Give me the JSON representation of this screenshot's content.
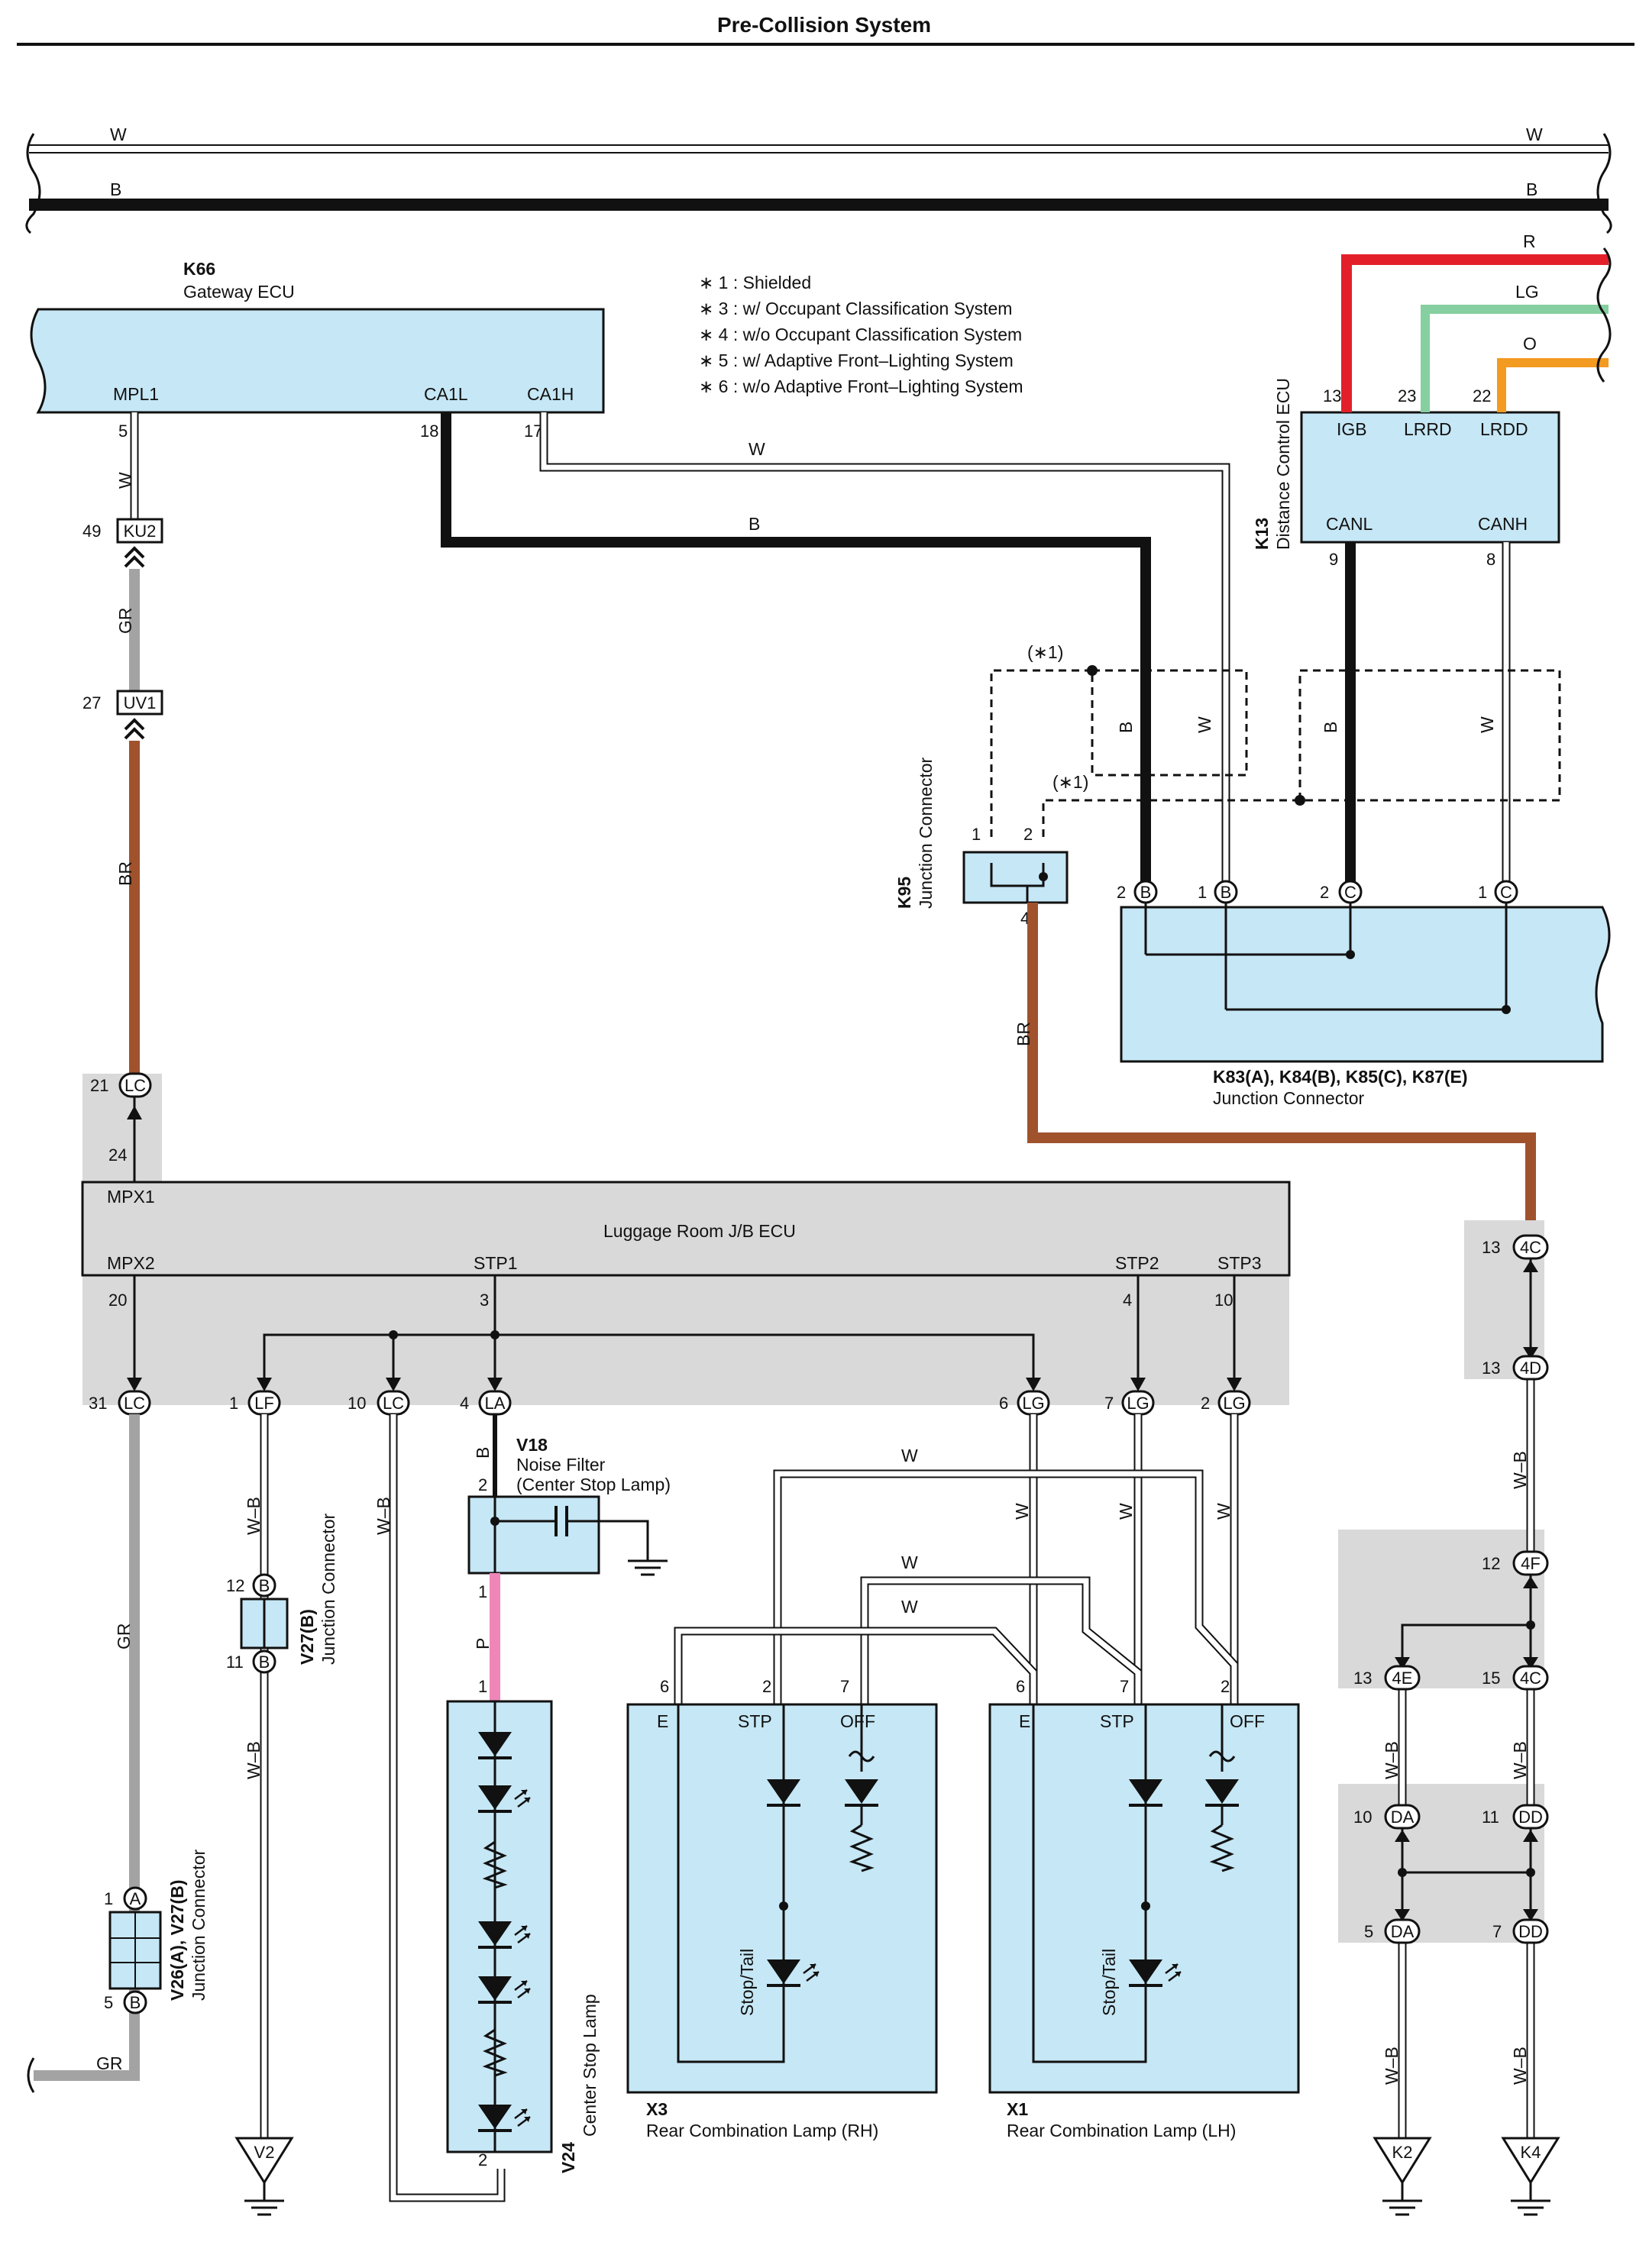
{
  "title": "Pre-Collision System",
  "notes": [
    "∗ 1 : Shielded",
    "∗ 3 : w/ Occupant Classification System",
    "∗ 4 : w/o Occupant Classification System",
    "∗ 5 : w/ Adaptive Front–Lighting System",
    "∗ 6 : w/o Adaptive Front–Lighting System"
  ],
  "shield_mark": "(∗1)",
  "colors": {
    "ecu_fill": "#c6e7f5",
    "shade": "#d9d9d9",
    "W": "#ffffff",
    "B": "#111111",
    "R": "#e3202a",
    "LG": "#86cfa0",
    "O": "#f39a21",
    "GR": "#a3a3a3",
    "BR": "#a0522d",
    "P": "#ef86b8"
  },
  "bus_wires": {
    "w": "W",
    "b": "B"
  },
  "k66": {
    "code": "K66",
    "name": "Gateway ECU",
    "mpl1": "MPL1",
    "ca1l": "CA1L",
    "ca1h": "CA1H",
    "p5": "5",
    "p18": "18",
    "p17": "17"
  },
  "k13": {
    "code": "K13",
    "name": "Distance Control ECU",
    "igb": "IGB",
    "lrrd": "LRRD",
    "lrdd": "LRDD",
    "canl": "CANL",
    "canh": "CANH",
    "p13": "13",
    "p23": "23",
    "p22": "22",
    "p9": "9",
    "p8": "8",
    "w_r": "R",
    "w_lg": "LG",
    "w_o": "O"
  },
  "k95": {
    "code": "K95",
    "name": "Junction Connector",
    "p1": "1",
    "p2": "2",
    "p4": "4"
  },
  "k83": {
    "name1": "K83(A), K84(B), K85(C), K87(E)",
    "name2": "Junction Connector",
    "t1": "B",
    "t2": "B",
    "t3": "C",
    "t4": "C",
    "p1": "2",
    "p2": "1",
    "p3": "2",
    "p4": "1"
  },
  "ku2": {
    "tag": "KU2",
    "pin": "49"
  },
  "uv1": {
    "tag": "UV1",
    "pin": "27"
  },
  "lc21": {
    "tag": "LC",
    "pin": "21"
  },
  "jb": {
    "name": "Luggage Room J/B ECU",
    "mpx1": "MPX1",
    "mpx2": "MPX2",
    "stp1": "STP1",
    "stp2": "STP2",
    "stp3": "STP3",
    "p24": "24",
    "p20": "20",
    "p3": "3",
    "p4": "4",
    "p10": "10"
  },
  "jb_conns": [
    {
      "pin": "31",
      "tag": "LC"
    },
    {
      "pin": "1",
      "tag": "LF"
    },
    {
      "pin": "10",
      "tag": "LC"
    },
    {
      "pin": "4",
      "tag": "LA"
    },
    {
      "pin": "6",
      "tag": "LG"
    },
    {
      "pin": "7",
      "tag": "LG"
    },
    {
      "pin": "2",
      "tag": "LG"
    }
  ],
  "v18": {
    "code": "V18",
    "name1": "Noise Filter",
    "name2": "(Center Stop Lamp)",
    "p2": "2",
    "p1": "1"
  },
  "v24": {
    "code": "V24",
    "name": "Center Stop Lamp",
    "p1": "1",
    "p2": "2"
  },
  "v27": {
    "code": "V27(B)",
    "name": "Junction Connector",
    "t1": "B",
    "t2": "B",
    "p12": "12",
    "p11": "11"
  },
  "v26": {
    "code": "V26(A), V27(B)",
    "name": "Junction Connector",
    "t1": "A",
    "t2": "B",
    "p1": "1",
    "p5": "5"
  },
  "x3": {
    "code": "X3",
    "name": "Rear Combination Lamp (RH)",
    "e": "E",
    "stp": "STP",
    "off": "OFF",
    "lamp": "Stop/Tail",
    "p6": "6",
    "p2": "2",
    "p7": "7"
  },
  "x1": {
    "code": "X1",
    "name": "Rear Combination Lamp (LH)",
    "e": "E",
    "stp": "STP",
    "off": "OFF",
    "lamp": "Stop/Tail",
    "p6": "6",
    "p7": "7",
    "p2": "2"
  },
  "right_conns": [
    {
      "pin": "13",
      "tag": "4C"
    },
    {
      "pin": "13",
      "tag": "4D"
    },
    {
      "pin": "12",
      "tag": "4F"
    },
    {
      "pin": "13",
      "tag": "4E"
    },
    {
      "pin": "15",
      "tag": "4C"
    },
    {
      "pin": "10",
      "tag": "DA"
    },
    {
      "pin": "11",
      "tag": "DD"
    },
    {
      "pin": "5",
      "tag": "DA"
    },
    {
      "pin": "7",
      "tag": "DD"
    }
  ],
  "grounds": {
    "v2": "V2",
    "k2": "K2",
    "k4": "K4"
  },
  "wire_labels": {
    "w": "W",
    "b": "B",
    "gr": "GR",
    "br": "BR",
    "wb": "W–B",
    "p": "P"
  }
}
